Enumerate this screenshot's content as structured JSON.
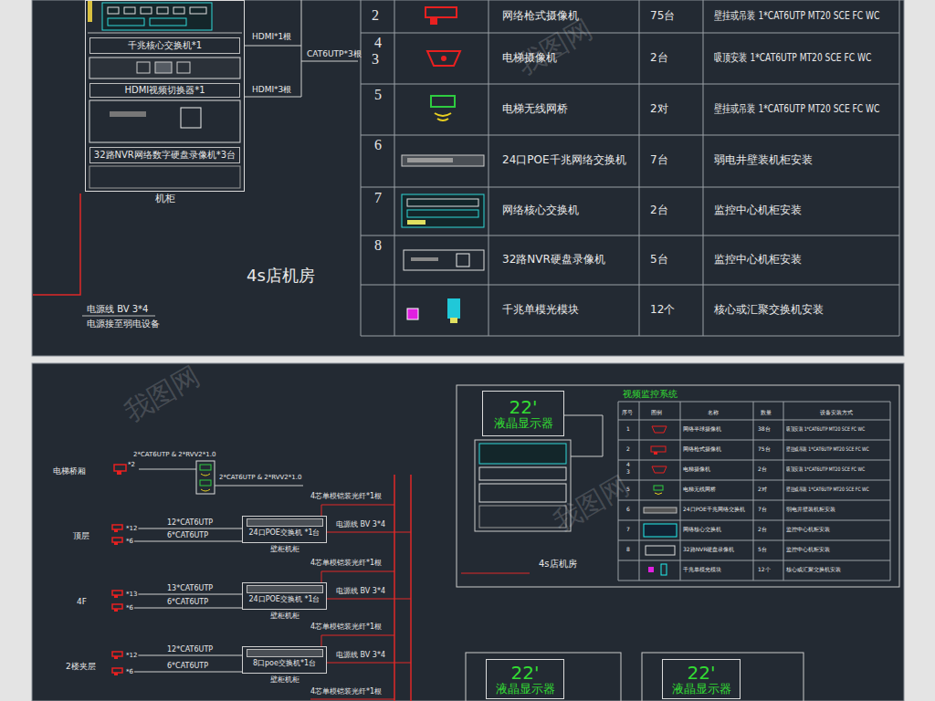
{
  "diagram": {
    "nodes": [
      {
        "text": [
          "机柜"
        ]
      },
      {
        "text": [
          "千兆核心交换机*1"
        ],
        "in": 0
      },
      {
        "text": [
          "HDMI视频切换器*1"
        ],
        "in": 0
      },
      {
        "text": [
          "32路NVR网络数字硬盘录像机*3台"
        ],
        "in": 0
      },
      {
        "text": [
          "*12"
        ]
      },
      {
        "text": [
          "*6"
        ]
      },
      {
        "text": [
          "24口POE交换机 *1台",
          "壁柜机柜"
        ]
      },
      {
        "text": [
          "*13"
        ]
      },
      {
        "text": [
          "*6"
        ]
      },
      {
        "text": [
          "24口POE交换机 *1台",
          "壁柜机柜"
        ]
      },
      {
        "text": [
          "*12"
        ]
      },
      {
        "text": [
          "*6"
        ]
      },
      {
        "text": [
          "8口poe交换机*1台",
          "壁柜机柜"
        ]
      },
      {
        "text": [
          "22'",
          "液晶显示器"
        ]
      },
      {
        "text": [
          "22'",
          "液晶显示器"
        ]
      },
      {
        "text": [
          "22'",
          "液晶显示器"
        ]
      }
    ],
    "edges": [
      {
        "from": 4,
        "to": 6,
        "label": "12*CAT6UTP",
        "arrow": "none"
      },
      {
        "from": 5,
        "to": 6,
        "label": "6*CAT6UTP",
        "arrow": "none"
      },
      {
        "from": 7,
        "to": 9,
        "label": "13*CAT6UTP",
        "arrow": "none"
      },
      {
        "from": 8,
        "to": 9,
        "label": "6*CAT6UTP",
        "arrow": "none"
      },
      {
        "from": 10,
        "to": 12,
        "label": "12*CAT6UTP",
        "arrow": "none"
      },
      {
        "from": 11,
        "to": 12,
        "label": "6*CAT6UTP",
        "arrow": "none"
      }
    ],
    "labels": [
      "HDMI*1根",
      "CAT6UTP*3根",
      "HDMI*3根",
      "4s店机房",
      "电源线 BV 3*4",
      "电源接至弱电设备",
      "2",
      "网络枪式摄像机",
      "75台",
      "壁挂或吊装 1*CAT6UTP MT20 SCE FC WC",
      "4",
      "3",
      "电梯摄像机",
      "2台",
      "吸顶安装 1*CAT6UTP MT20 SCE FC WC",
      "5",
      "电梯无线网桥",
      "2对",
      "壁挂或吊装 1*CAT6UTP MT20 SCE FC WC",
      "6",
      "24口POE千兆网络交换机",
      "7台",
      "弱电井壁装机柜安装",
      "7",
      "网络核心交换机",
      "2台",
      "监控中心机柜安装",
      "8",
      "32路NVR硬盘录像机",
      "5台",
      "监控中心机柜安装",
      "千兆单模光模块",
      "12个",
      "核心或汇聚交换机安装",
      "电梯桥厢",
      "*2",
      "2*CAT6UTP & 2*RVV2*1.0",
      "2*CAT6UTP & 2*RVV2*1.0",
      "顶层",
      "4芯单模铠装光纤*1根",
      "电源线 BV 3*4",
      "4F",
      "4芯单模铠装光纤*1根",
      "电源线 BV 3*4",
      "2楼夹层",
      "4芯单模铠装光纤*1根",
      "电源线 BV 3*4",
      "4芯单模铠装光纤*1根",
      "4s店机房",
      "视频监控系统",
      "序号",
      "图例",
      "名称",
      "数量",
      "设备安装方式",
      "1",
      "网络半球摄像机",
      "38台",
      "吸顶安装 1*CAT6UTP MT20 SCE FC WC",
      "2",
      "网络枪式摄像机",
      "75台",
      "壁挂或吊装 1*CAT6UTP MT20 SCE FC WC",
      "4",
      "3",
      "电梯摄像机",
      "2台",
      "吸顶安装 1*CAT6UTP MT20 SCE FC WC",
      "5",
      "电梯无线网桥",
      "2对",
      "壁挂或吊装 1*CAT6UTP MT20 SCE FC WC",
      "6",
      "24口POE千兆网络交换机",
      "7台",
      "弱电井壁装机柜安装",
      "7",
      "网络核心交换机",
      "2台",
      "监控中心机柜安装",
      "8",
      "32路NVR硬盘录像机",
      "5台",
      "监控中心机柜安装",
      "千兆单模光模块",
      "12个",
      "核心或汇聚交换机安装",
      "我图网",
      "我图网",
      "我图网"
    ]
  }
}
